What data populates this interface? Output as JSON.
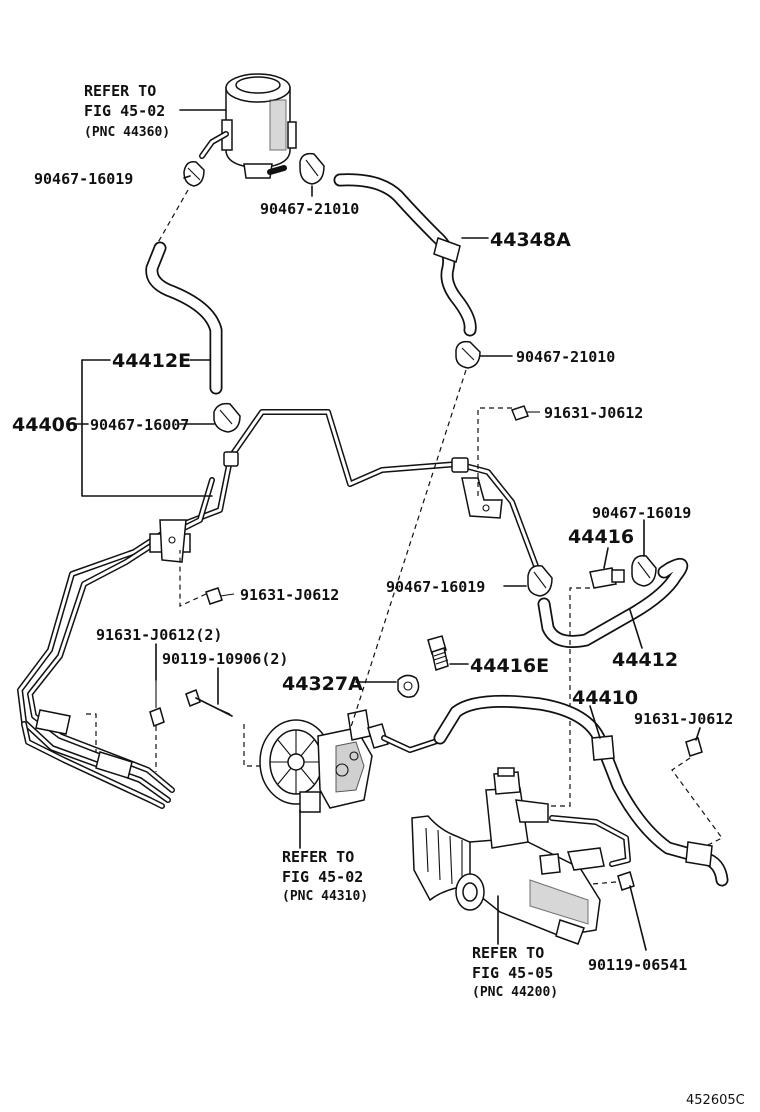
{
  "labels": {
    "ref_reservoir_1": "REFER TO",
    "ref_reservoir_2": "FIG 45-02",
    "ref_reservoir_3": "(PNC 44360)",
    "clamp_top_left": "90467-16019",
    "clamp_top_center": "90467-21010",
    "hose_upper_right": "44348A",
    "clamp_mid_right": "90467-21010",
    "hose_left": "44412E",
    "assembly": "44406",
    "clamp_mid_left": "90467-16007",
    "bolt_upper_right": "91631-J0612",
    "clamp_right": "90467-16019",
    "fitting_right": "44416",
    "clamp_center": "90467-16019",
    "bolt_left": "91631-J0612",
    "hose_right": "44412",
    "bolt_left_qty": "91631-J0612(2)",
    "bolt_pump_qty": "90119-10906(2)",
    "union_bolt": "44416E",
    "gasket": "44327A",
    "pressure_hose": "44410",
    "bolt_far_right": "91631-J0612",
    "ref_pump_1": "REFER TO",
    "ref_pump_2": "FIG 45-02",
    "ref_pump_3": "(PNC 44310)",
    "ref_gear_1": "REFER TO",
    "ref_gear_2": "FIG 45-05",
    "ref_gear_3": "(PNC 44200)",
    "bolt_gear": "90119-06541",
    "diagram_id": "452605C"
  },
  "colors": {
    "ink": "#111111",
    "background": "#ffffff",
    "shade": "#bdbdbd"
  }
}
